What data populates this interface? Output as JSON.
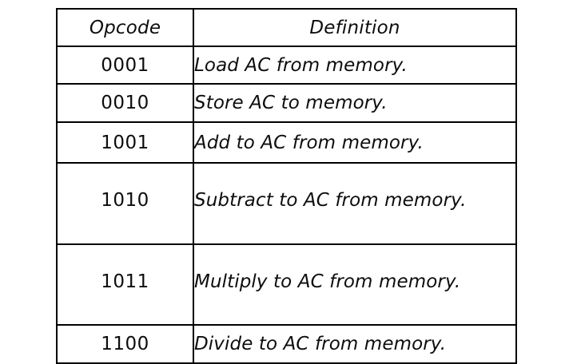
{
  "table": {
    "columns": [
      {
        "key": "opcode",
        "label": "Opcode"
      },
      {
        "key": "definition",
        "label": "Definition"
      }
    ],
    "rows": [
      {
        "opcode": "0001",
        "definition": "Load AC from memory."
      },
      {
        "opcode": "0010",
        "definition": "Store AC to memory."
      },
      {
        "opcode": "1001",
        "definition": "Add to AC from memory."
      },
      {
        "opcode": "1010",
        "definition": "Subtract to AC from memory."
      },
      {
        "opcode": "1011",
        "definition": "Multiply to AC from memory."
      },
      {
        "opcode": "1100",
        "definition": "Divide to AC from memory."
      }
    ]
  },
  "style": {
    "border_color": "#000000",
    "text_color": "#0d0d0d",
    "background": "#ffffff"
  }
}
